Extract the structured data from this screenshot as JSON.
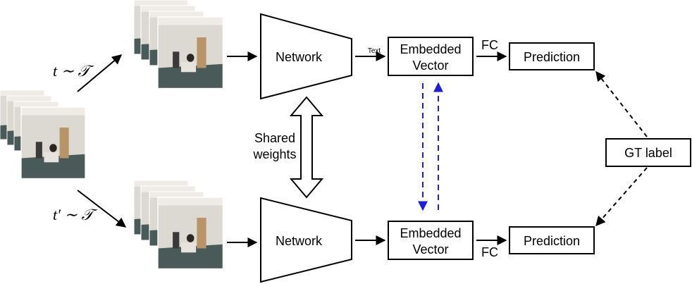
{
  "diagram": {
    "top_branch": {
      "sampling_label": "t ∼ 𝒯",
      "network_label": "Network",
      "edge_label": "Text",
      "embedding_label": [
        "Embedded",
        "Vector"
      ],
      "fc_label": "FC",
      "prediction_label": "Prediction"
    },
    "bottom_branch": {
      "sampling_label": "t′ ∼ 𝒯",
      "network_label": "Network",
      "embedding_label": [
        "Embedded",
        "Vector"
      ],
      "fc_label": "FC",
      "prediction_label": "Prediction"
    },
    "shared_label": [
      "Shared",
      "weights"
    ],
    "gt_label": "GT label",
    "colors": {
      "stroke": "#000000",
      "contrastive_arrows": "#1f1fd6",
      "floor": "#4a5a58",
      "wall": "#dcd8d2",
      "door": "#b89468",
      "person_shirt": "#e8e2de",
      "chair": "#3a3a3a"
    },
    "icons": {
      "video_clip": "stacked-video-frames-icon",
      "network": "trapezoid-encoder-icon",
      "shared_weights": "double-headed-arrow-icon"
    }
  }
}
